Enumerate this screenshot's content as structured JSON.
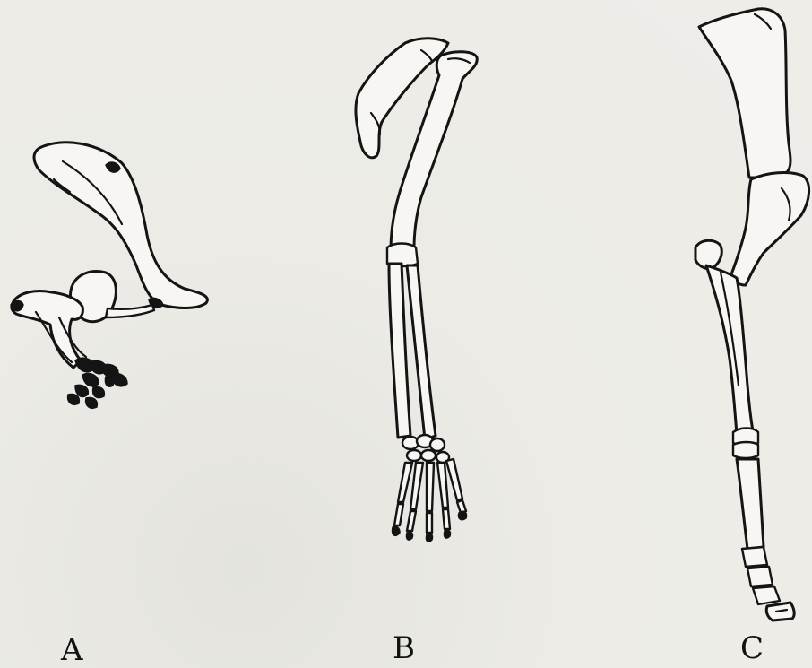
{
  "labels": {
    "a": "A",
    "b": "B",
    "c": "C"
  },
  "colors": {
    "ink": "#141414",
    "bone_fill": "#f7f6f2",
    "paper": "#ecebe6"
  }
}
